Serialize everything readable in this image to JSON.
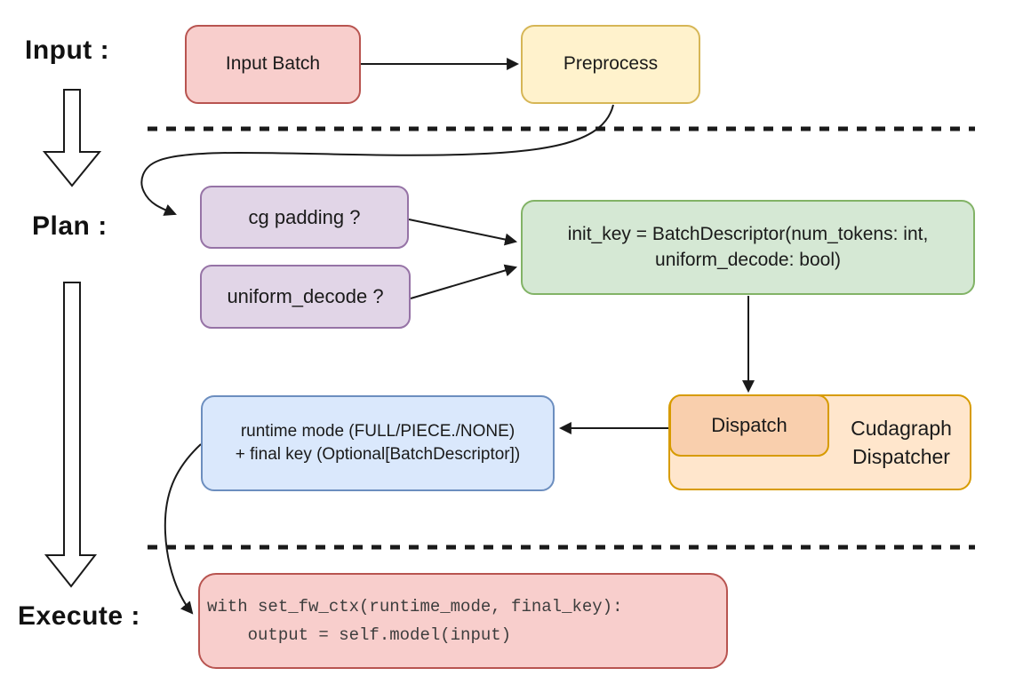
{
  "palette": {
    "pink_fill": "#f8cecc",
    "pink_stroke": "#b85450",
    "yellow_fill": "#fff2cc",
    "yellow_stroke": "#d6b656",
    "purple_fill": "#e1d5e7",
    "purple_stroke": "#9673a6",
    "green_fill": "#d5e8d4",
    "green_stroke": "#82b366",
    "blue_fill": "#dae8fc",
    "blue_stroke": "#6c8ebf",
    "orange_fill": "#ffe6cc",
    "orange_stroke": "#d79b00",
    "dispatch_fill": "#f9cfad",
    "line_color": "#1a1a1a"
  },
  "stages": {
    "input": {
      "label": "Input :"
    },
    "plan": {
      "label": "Plan :"
    },
    "execute": {
      "label": "Execute :"
    }
  },
  "nodes": {
    "input_batch": {
      "label": "Input Batch"
    },
    "preprocess": {
      "label": "Preprocess"
    },
    "cg_padding": {
      "label": "cg padding ?"
    },
    "uniform_decode": {
      "label": "uniform_decode ?"
    },
    "init_key": {
      "line1": "init_key = BatchDescriptor(num_tokens: int,",
      "line2": "uniform_decode: bool)"
    },
    "dispatch": {
      "label": "Dispatch"
    },
    "cudagraph_dispatcher": {
      "line1": "Cudagraph",
      "line2": "Dispatcher"
    },
    "runtime_mode": {
      "line1": "runtime mode (FULL/PIECE./NONE)",
      "line2": "+ final key (Optional[BatchDescriptor])"
    },
    "execute_code": {
      "line1": "with set_fw_ctx(runtime_mode, final_key):",
      "line2": "    output = self.model(input)"
    }
  }
}
